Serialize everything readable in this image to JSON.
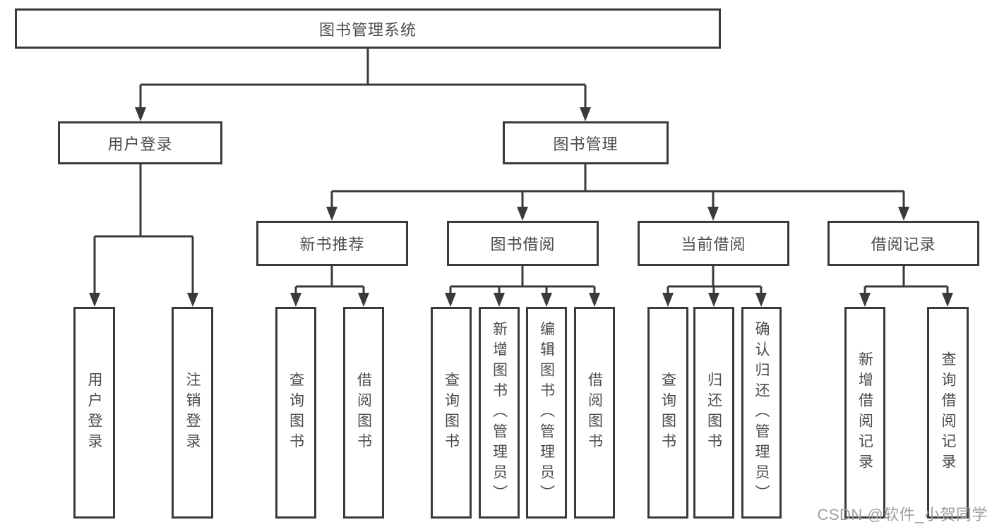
{
  "tree": {
    "root": "图书管理系统",
    "branches": [
      {
        "label": "用户登录",
        "leaves": [
          "用户登录",
          "注销登录"
        ]
      },
      {
        "label": "图书管理",
        "sections": [
          {
            "label": "新书推荐",
            "leaves": [
              "查询图书",
              "借阅图书"
            ]
          },
          {
            "label": "图书借阅",
            "leaves": [
              "查询图书",
              "新增图书（管理员）",
              "编辑图书（管理员）",
              "借阅图书"
            ]
          },
          {
            "label": "当前借阅",
            "leaves": [
              "查询图书",
              "归还图书",
              "确认归还（管理员）"
            ]
          },
          {
            "label": "借阅记录",
            "leaves": [
              "新增借阅记录",
              "查询借阅记录"
            ]
          }
        ]
      }
    ]
  },
  "watermark": {
    "text": "CSDN @软件_小贺同学"
  },
  "colors": {
    "line": "#3a3a3a",
    "text": "#4c4c4c",
    "watermark": "#9e9e9e",
    "background": "#ffffff"
  }
}
